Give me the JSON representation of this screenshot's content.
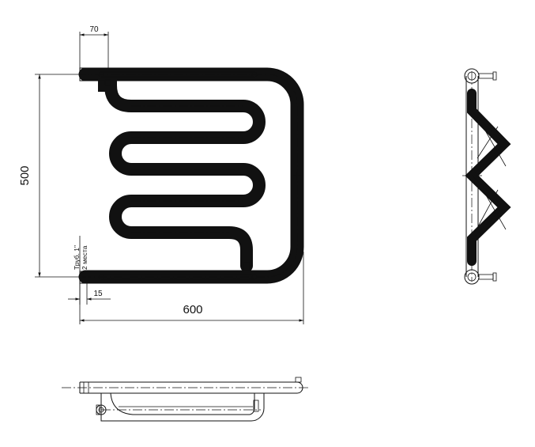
{
  "drawing": {
    "dimensions": {
      "top_offset": "70",
      "height": "500",
      "width": "600",
      "bottom_offset": "15"
    },
    "note": {
      "line1": "Труб. 1\"",
      "line2": "2 места"
    }
  }
}
